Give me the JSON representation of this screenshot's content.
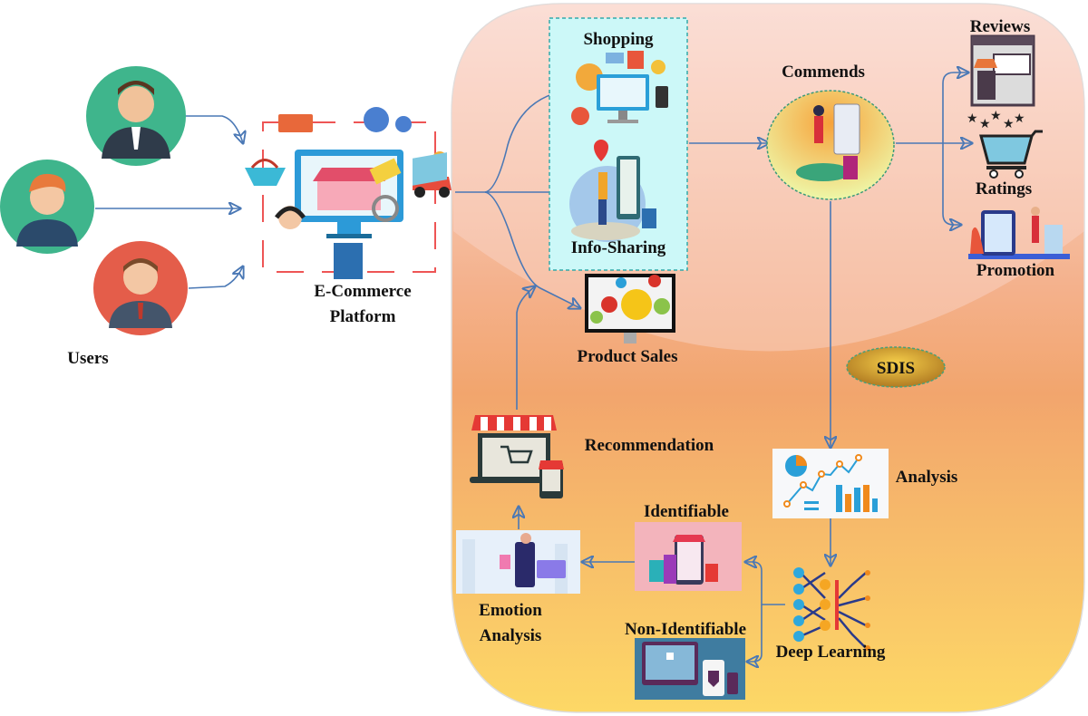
{
  "users": {
    "label": "Users"
  },
  "platform": {
    "line1": "E-Commerce",
    "line2": "Platform"
  },
  "shopping": {
    "label": "Shopping"
  },
  "info_sharing": {
    "label": "Info-Sharing"
  },
  "product_sales": {
    "label": "Product Sales"
  },
  "commends": {
    "label": "Commends"
  },
  "reviews": {
    "label": "Reviews"
  },
  "ratings": {
    "label": "Ratings"
  },
  "promotion": {
    "label": "Promotion"
  },
  "sdis": {
    "label": "SDIS"
  },
  "analysis": {
    "label": "Analysis"
  },
  "deep_learning": {
    "label": "Deep Learning"
  },
  "identifiable": {
    "label": "Identifiable"
  },
  "non_identifiable": {
    "label": "Non-Identifiable"
  },
  "emotion": {
    "line1": "Emotion",
    "line2": "Analysis"
  },
  "recommendation": {
    "label": "Recommendation"
  },
  "colors": {
    "arrow": "#4a78b5",
    "panel_top": "#fbe4de",
    "panel_mid": "#f2a56d",
    "panel_bottom": "#fdd866",
    "shopping_box": "#ccf8f8"
  }
}
